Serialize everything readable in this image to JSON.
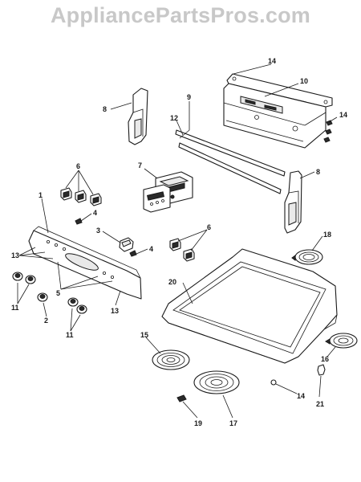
{
  "watermark": "AppliancePartsPros.com",
  "callouts": {
    "c1": "1",
    "c2": "2",
    "c3": "3",
    "c4a": "4",
    "c4b": "4",
    "c5": "5",
    "c6a": "6",
    "c6b": "6",
    "c7": "7",
    "c8a": "8",
    "c8b": "8",
    "c9": "9",
    "c10": "10",
    "c11a": "11",
    "c11b": "11",
    "c12": "12",
    "c13a": "13",
    "c13b": "13",
    "c14a": "14",
    "c14b": "14",
    "c14c": "14",
    "c15": "15",
    "c16": "16",
    "c17": "17",
    "c18": "18",
    "c19": "19",
    "c20": "20",
    "c21": "21"
  }
}
